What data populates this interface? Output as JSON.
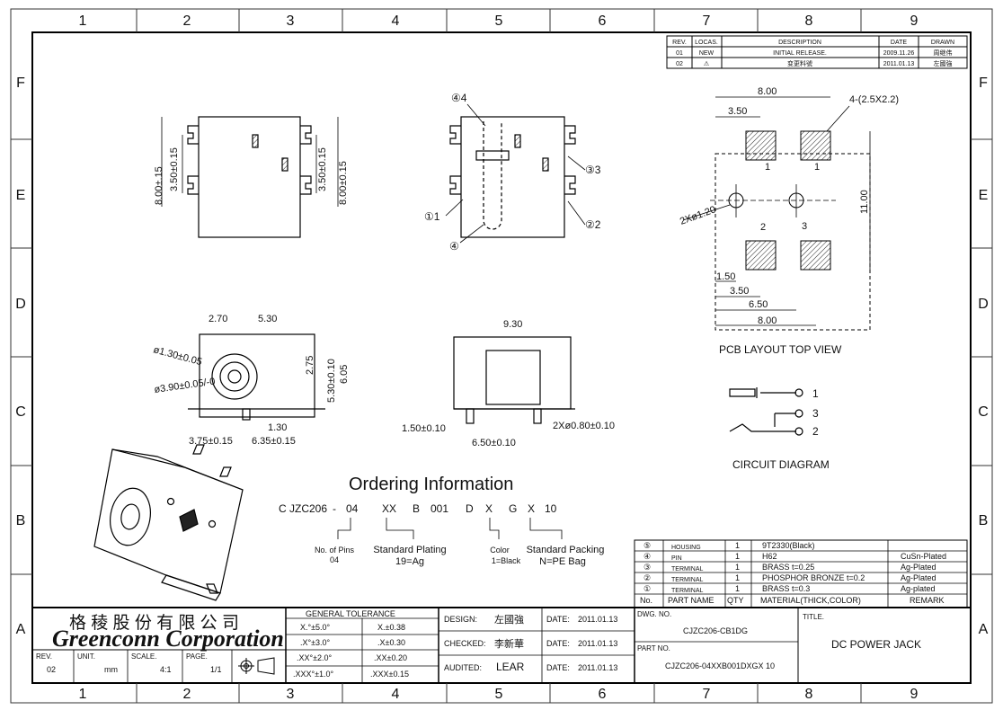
{
  "grid": {
    "cols": [
      "1",
      "2",
      "3",
      "4",
      "5",
      "6",
      "7",
      "8",
      "9"
    ],
    "rows": [
      "F",
      "E",
      "D",
      "C",
      "B",
      "A"
    ]
  },
  "revision_table": {
    "headers": [
      "REV.",
      "LOCAS.",
      "DESCRIPTION",
      "DATE",
      "DRAWN"
    ],
    "rows": [
      [
        "01",
        "NEW",
        "INITIAL RELEASE.",
        "2009.11.26",
        "周继伟"
      ],
      [
        "02",
        "⚠",
        "变更料號",
        "2011.01.13",
        "左國強"
      ]
    ]
  },
  "front_view": {
    "dims": [
      "8.00±.15",
      "3.50±0.15",
      "3.50±0.15",
      "8.00±0.15"
    ]
  },
  "side_view": {
    "callouts": [
      "④4",
      "③3",
      "①1",
      "②2",
      "④"
    ]
  },
  "pcb_layout": {
    "dims": [
      "8.00",
      "3.50",
      "4-(2.5X2.2)",
      "11.00",
      "2Xø1.20",
      "1.50",
      "3.50",
      "6.50",
      "8.00"
    ],
    "pad_labels": [
      "1",
      "1",
      "2",
      "3"
    ],
    "caption": "PCB LAYOUT TOP VIEW"
  },
  "bottom_left_view": {
    "dims": [
      "2.70",
      "5.30",
      "ø1.30±0.05",
      "ø3.90±0.05/-0",
      "2.75",
      "5.30±0.10",
      "6.05",
      "1.30",
      "3.75±0.15",
      "6.35±0.15"
    ]
  },
  "bottom_mid_view": {
    "dims": [
      "9.30",
      "1.50±0.10",
      "2Xø0.80±0.10",
      "6.50±0.10"
    ]
  },
  "circuit": {
    "pins": [
      "1",
      "3",
      "2"
    ],
    "caption": "CIRCUIT DIAGRAM"
  },
  "ordering": {
    "title": "Ordering Information",
    "code": [
      "C",
      "JZC206",
      "-",
      "04",
      "XX",
      "B",
      "001",
      "D",
      "X",
      "G",
      "X",
      "10"
    ],
    "labels": [
      {
        "title": "No. of Pins",
        "value": "04"
      },
      {
        "title": "Standard Plating",
        "value": "19=Ag"
      },
      {
        "title": "Color",
        "value": "1=Black"
      },
      {
        "title": "Standard Packing",
        "value": "N=PE Bag"
      }
    ]
  },
  "bom": {
    "rows": [
      [
        "⑤",
        "HOUSING",
        "1",
        "9T2330(Black)",
        ""
      ],
      [
        "④",
        "PIN",
        "1",
        "H62",
        "CuSn-Plated"
      ],
      [
        "③",
        "TERMINAL",
        "1",
        "BRASS  t=0.25",
        "Ag-Plated"
      ],
      [
        "②",
        "TERMINAL",
        "1",
        "PHOSPHOR BRONZE   t=0.2",
        "Ag-Plated"
      ],
      [
        "①",
        "TERMINAL",
        "1",
        "BRASS  t=0.3",
        "Ag-plated"
      ]
    ],
    "header": [
      "No.",
      "PART   NAME",
      "QTY",
      "MATERIAL(THICK,COLOR)",
      "REMARK"
    ]
  },
  "title_block": {
    "company_cn": "格 稜 股 份 有 限 公 司",
    "company_en": "Greenconn Corporation",
    "rev_label": "REV.",
    "rev": "02",
    "unit_label": "UNIT.",
    "unit": "mm",
    "scale_label": "SCALE.",
    "scale": "4:1",
    "page_label": "PAGE.",
    "page": "1/1",
    "tolerance_title": "GENERAL TOLERANCE",
    "tolerances": [
      [
        "X.°±5.0°",
        "X.±0.38"
      ],
      [
        ".X°±3.0°",
        ".X±0.30"
      ],
      [
        ".XX°±2.0°",
        ".XX±0.20"
      ],
      [
        ".XXX°±1.0°",
        ".XXX±0.15"
      ]
    ],
    "design_label": "DESIGN:",
    "design": "左國強",
    "checked_label": "CHECKED:",
    "checked": "李新華",
    "audited_label": "AUDITED:",
    "audited": "LEAR",
    "date_label": "DATE:",
    "dates": [
      "2011.01.13",
      "2011.01.13",
      "2011.01.13"
    ],
    "dwg_label": "DWG. NO.",
    "dwg": "CJZC206-CB1DG",
    "part_label": "PART NO.",
    "part": "CJZC206-04XXB001DXGX 10",
    "title_label": "TITLE.",
    "title": "DC POWER JACK"
  }
}
